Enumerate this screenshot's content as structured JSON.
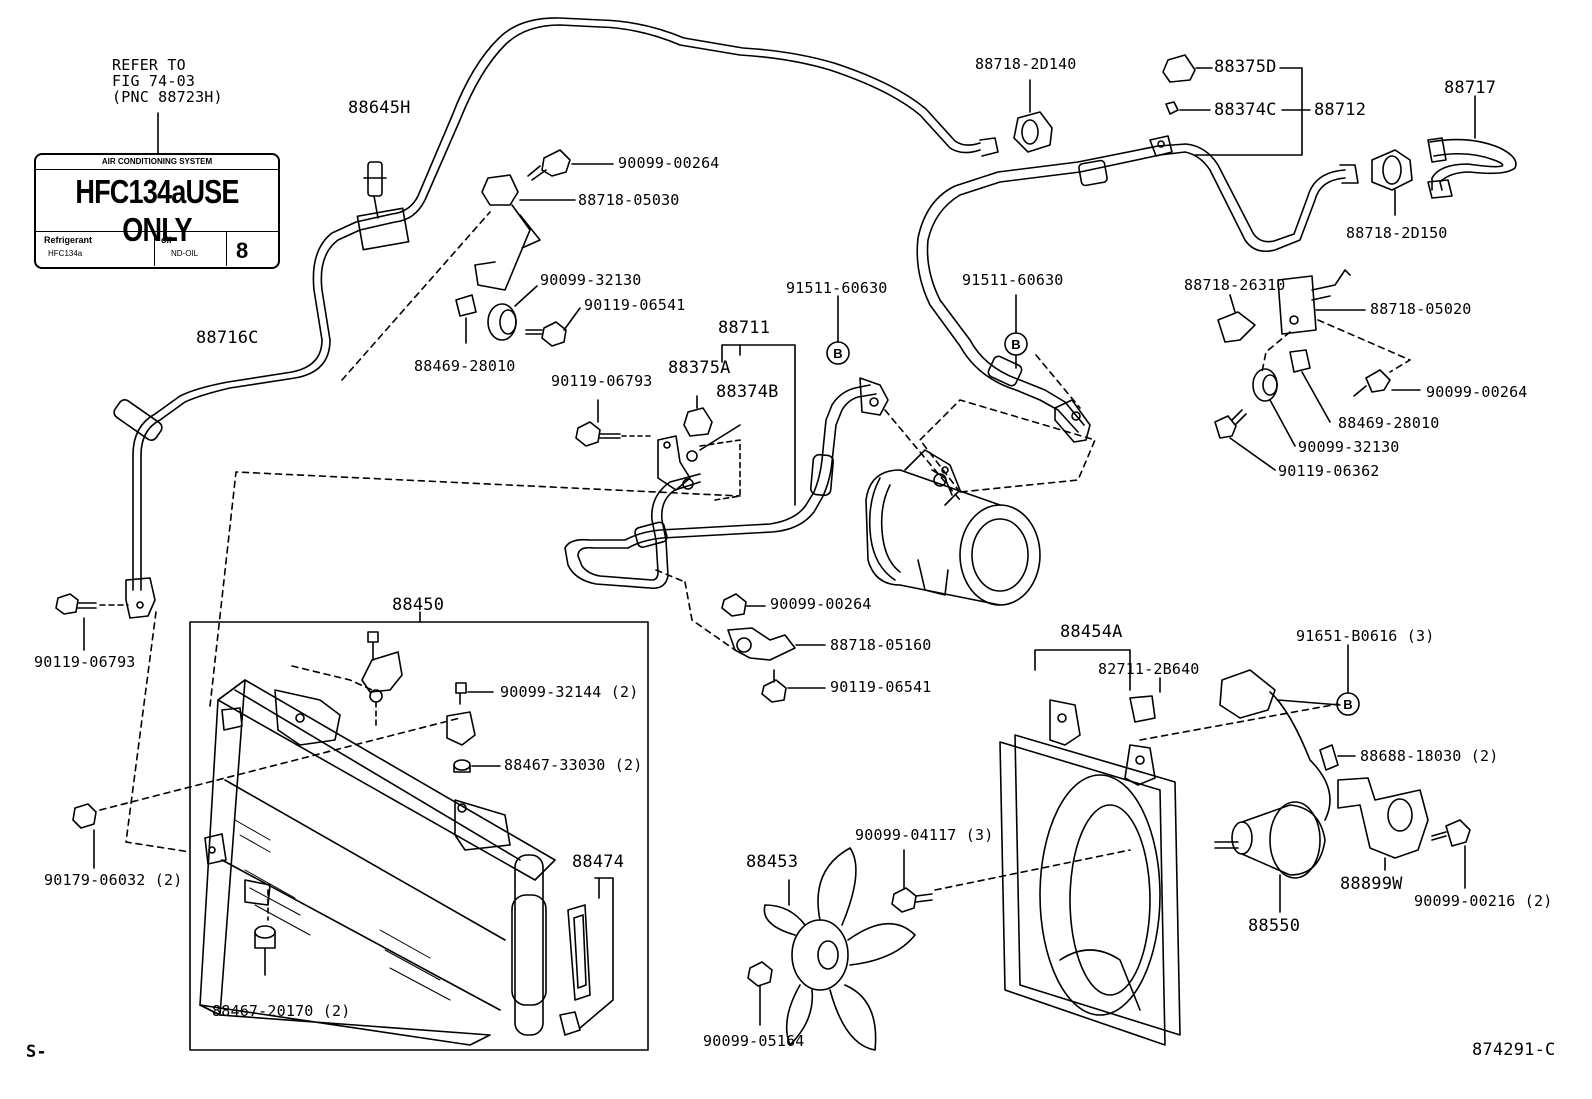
{
  "refer_note": {
    "line1": "REFER TO",
    "line2": "FIG 74-03",
    "line3": "(PNC 88723H)"
  },
  "sticker": {
    "header": "AIR CONDITIONING SYSTEM",
    "main": "HFC134aUSE ONLY",
    "refrigerant_label": "Refrigerant",
    "refrigerant_value": "HFC134a",
    "oil_label": "oil",
    "oil_value": "ND-OIL",
    "oil_number": "8"
  },
  "parts": {
    "p88645H": "88645H",
    "p88716C": "88716C",
    "p90119_06793_l": "90119-06793",
    "p90179_06032": "90179-06032 (2)",
    "p90099_00264_a": "90099-00264",
    "p88718_05030": "88718-05030",
    "p90099_32130_a": "90099-32130",
    "p90119_06541_a": "90119-06541",
    "p88469_28010_a": "88469-28010",
    "p88711": "88711",
    "p88375A": "88375A",
    "p88374B": "88374B",
    "p90119_06793_m": "90119-06793",
    "p91511_60630_a": "91511-60630",
    "p91511_60630_b": "91511-60630",
    "p88718_2D140": "88718-2D140",
    "p88375D": "88375D",
    "p88374C": "88374C",
    "p88712": "88712",
    "p88717": "88717",
    "p88718_2D150": "88718-2D150",
    "p88718_26310": "88718-26310",
    "p88718_05020": "88718-05020",
    "p90099_00264_r": "90099-00264",
    "p88469_28010_r": "88469-28010",
    "p90099_32130_r": "90099-32130",
    "p90119_06362": "90119-06362",
    "p90099_00264_m": "90099-00264",
    "p88718_05160": "88718-05160",
    "p90119_06541_m": "90119-06541",
    "p88450": "88450",
    "p90099_32144": "90099-32144 (2)",
    "p88467_33030": "88467-33030 (2)",
    "p88474": "88474",
    "p88467_20170": "88467-20170 (2)",
    "p88454A": "88454A",
    "p82711_2B640": "82711-2B640",
    "p91651_B0616": "91651-B0616 (3)",
    "p88688_18030": "88688-18030 (2)",
    "p90099_04117": "90099-04117 (3)",
    "p88453": "88453",
    "p88550": "88550",
    "p88899W": "88899W",
    "p90099_00216": "90099-00216 (2)",
    "p90099_05164": "90099-05164",
    "ref_b": "B"
  },
  "footer": {
    "left": "S-",
    "right": "874291-C"
  }
}
